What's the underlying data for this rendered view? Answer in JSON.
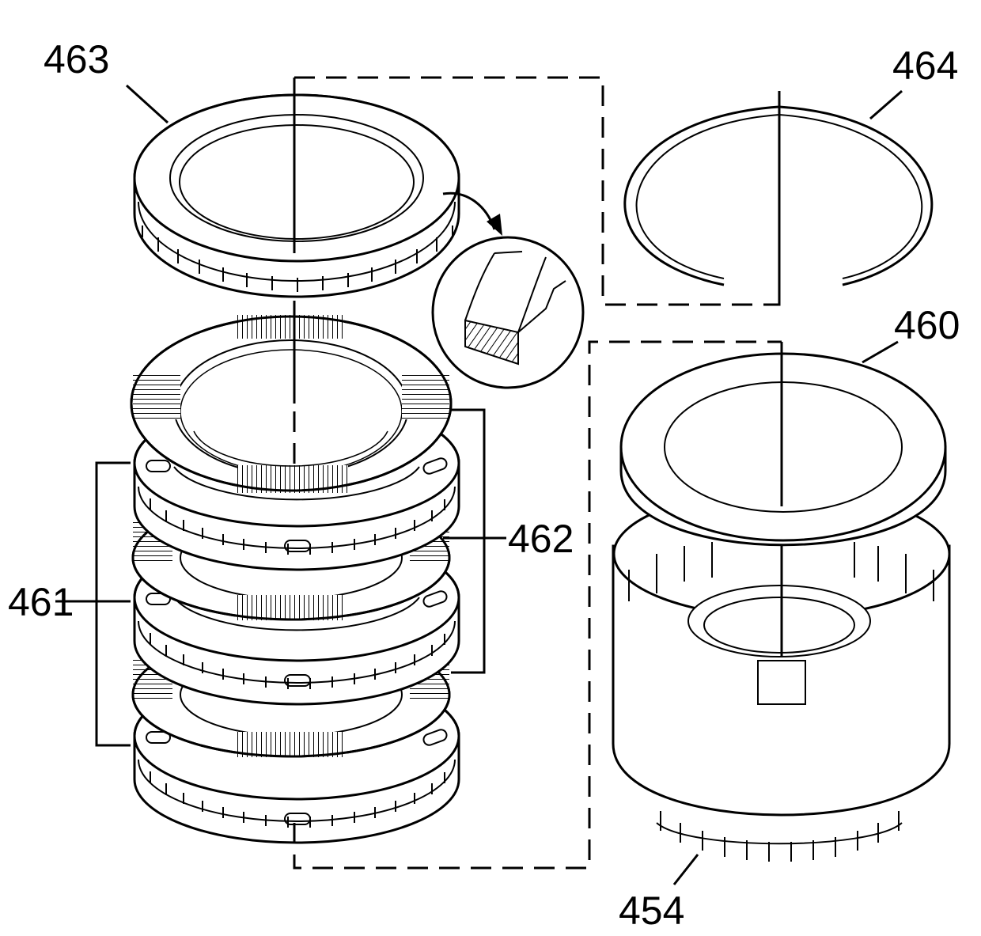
{
  "callouts": {
    "c463": "463",
    "c464": "464",
    "c460": "460",
    "c462": "462",
    "c461": "461",
    "c454": "454"
  },
  "colors": {
    "line": "#000000",
    "background": "#ffffff"
  }
}
